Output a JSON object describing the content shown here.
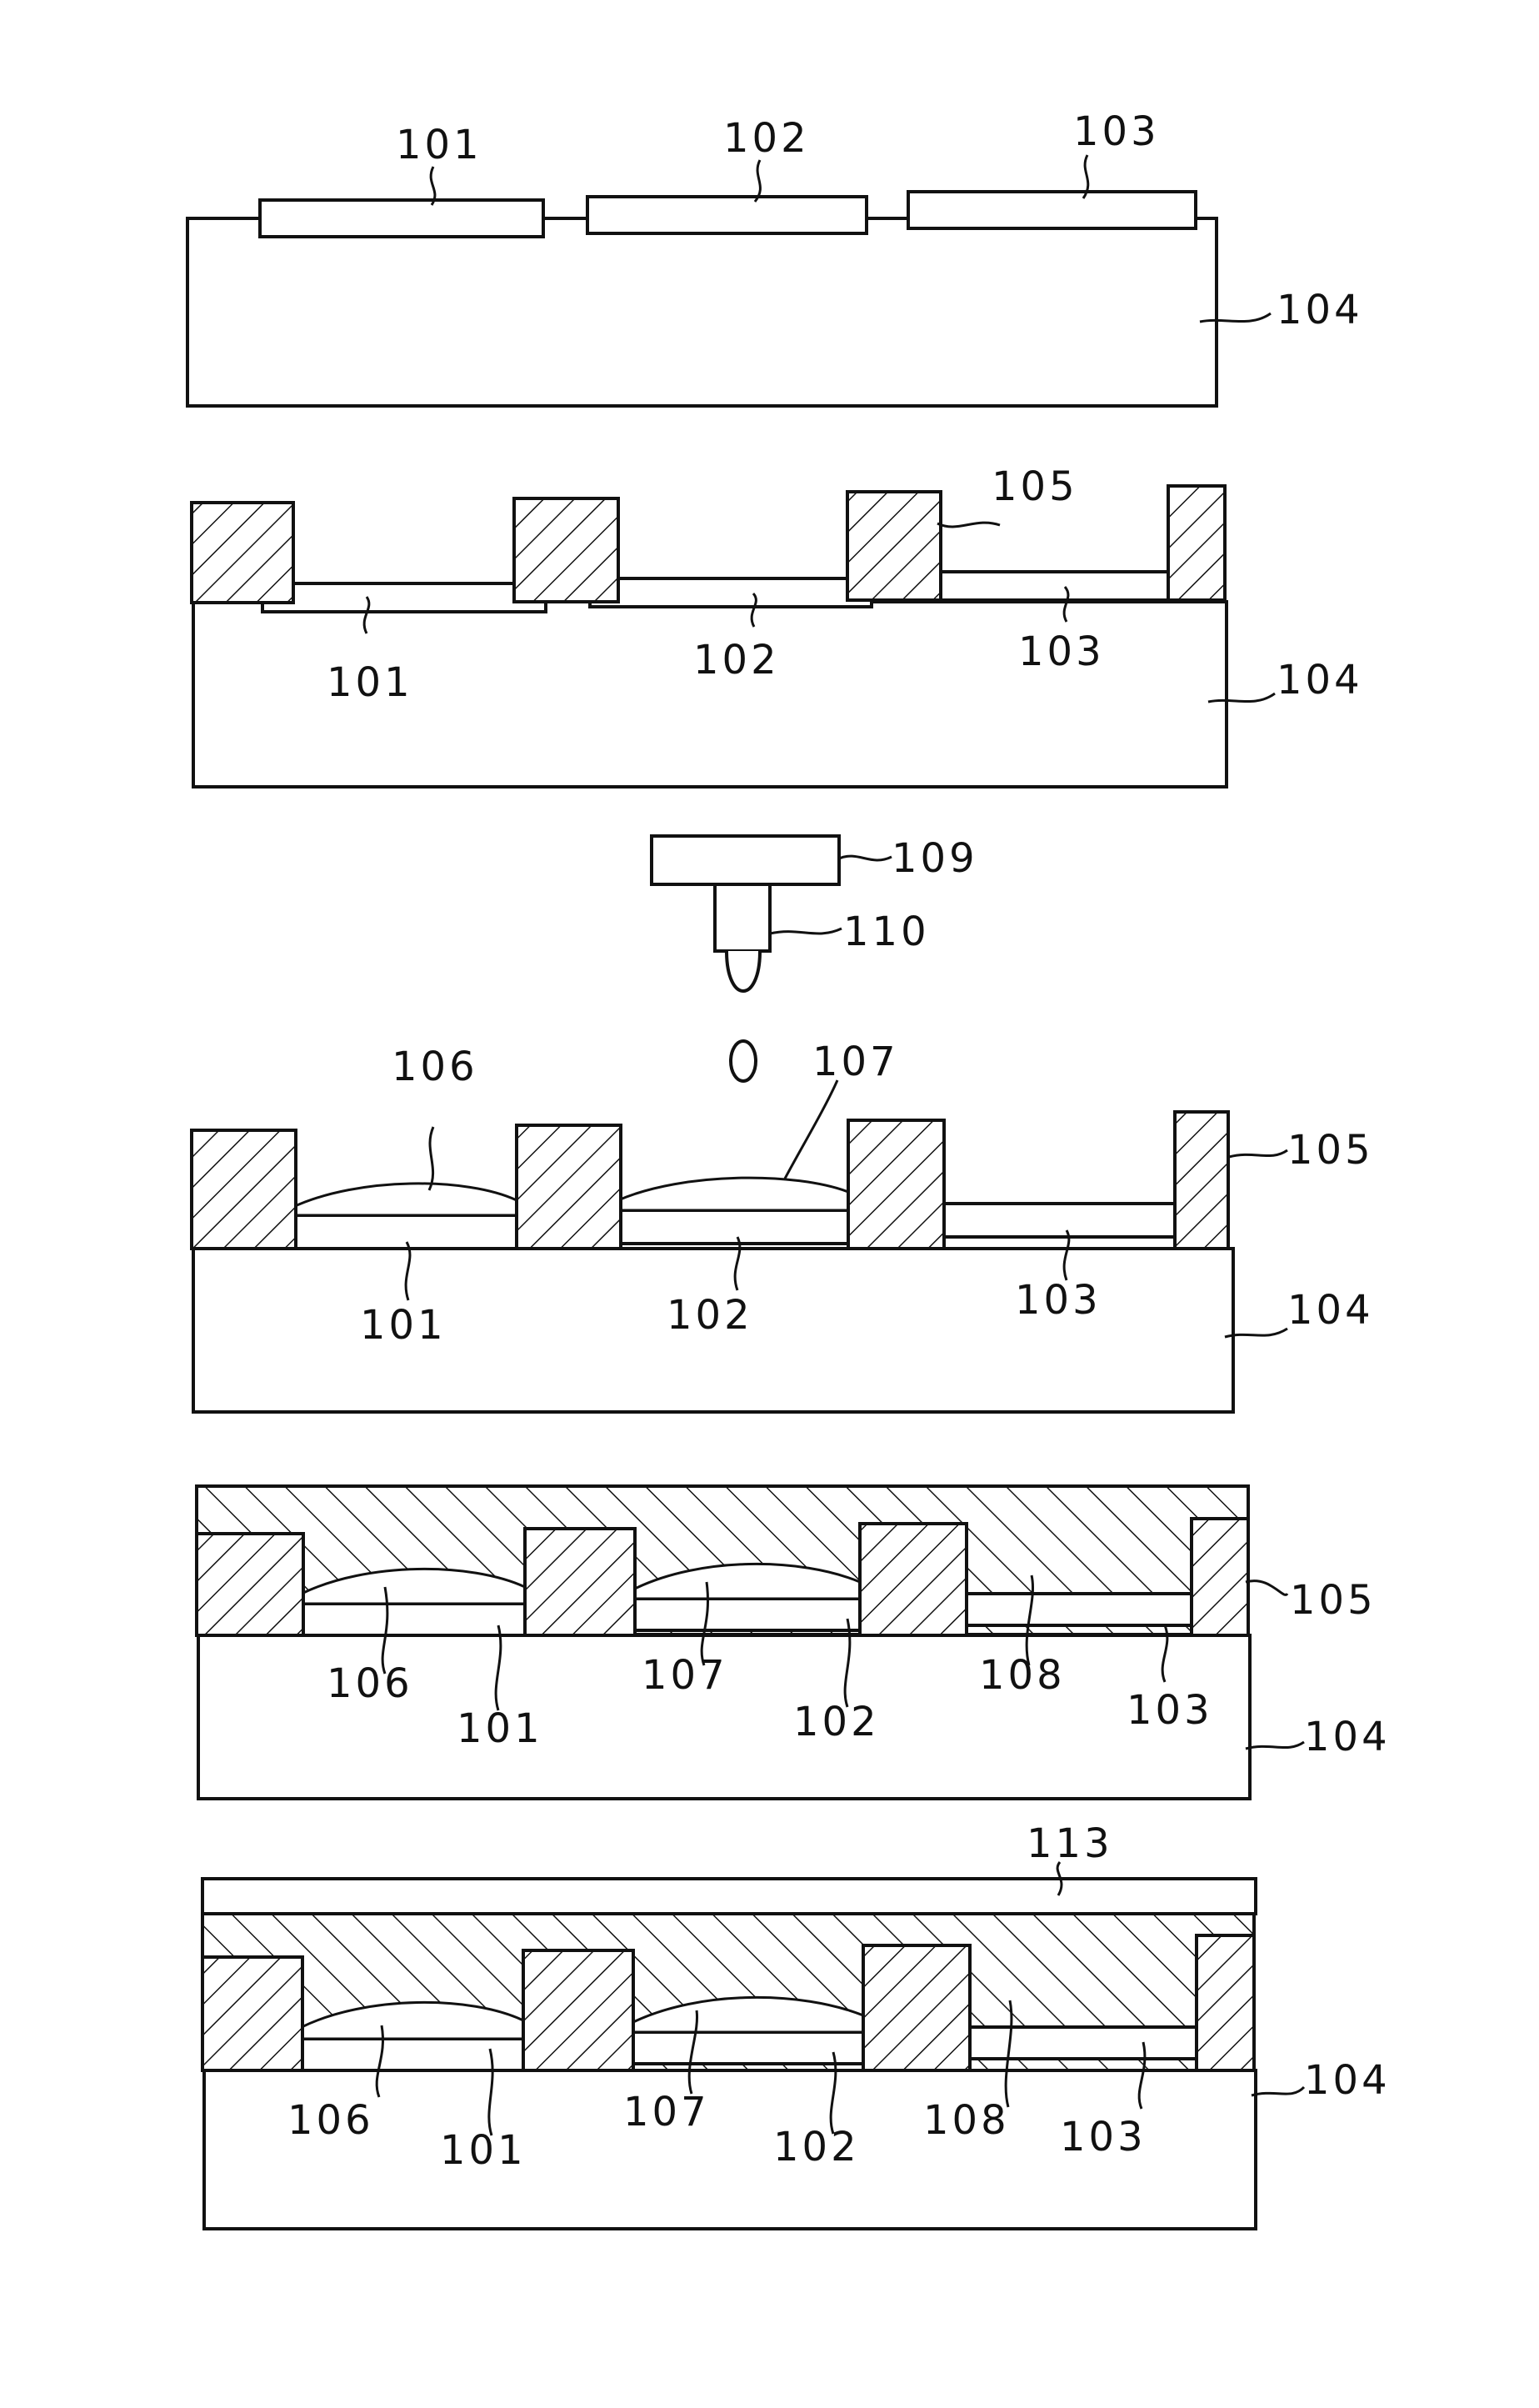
{
  "colors": {
    "ink": "#111111",
    "paper": "#ffffff"
  },
  "labels": {
    "r101": "101",
    "r102": "102",
    "r103": "103",
    "r104": "104",
    "r105": "105",
    "r106": "106",
    "r107": "107",
    "r108": "108",
    "r109": "109",
    "r110": "110",
    "r113": "113"
  }
}
